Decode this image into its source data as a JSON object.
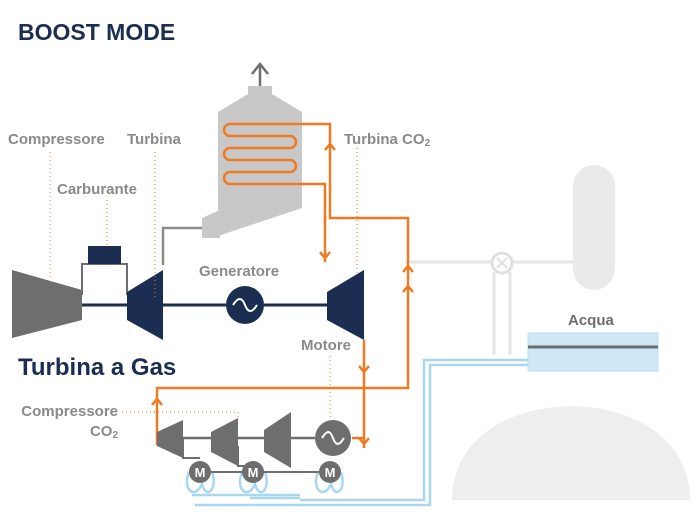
{
  "title": "BOOST MODE",
  "labels": {
    "compressore": "Compressore",
    "turbina": "Turbina",
    "carburante": "Carburante",
    "turbina_co2_main": "Turbina CO",
    "turbina_co2_sub": "2",
    "generatore": "Generatore",
    "turbina_a_gas": "Turbina a Gas",
    "motore": "Motore",
    "compressore_co2_line1": "Compressore",
    "compressore_co2_main": "CO",
    "compressore_co2_sub": "2",
    "acqua": "Acqua",
    "motor_symbol": "M"
  },
  "colors": {
    "navy": "#1b2e52",
    "grey_label": "#8a8a8a",
    "orange_flow": "#f07a22",
    "light_blue_flow": "#a9d7ef",
    "light_grey_equipment": "#e6e6e6",
    "dark_grey_equipment": "#6e6e6e"
  },
  "icons": [
    "exhaust-arrow-icon",
    "generator-symbol-icon",
    "motor-symbol-icon",
    "flow-arrow-icon"
  ]
}
